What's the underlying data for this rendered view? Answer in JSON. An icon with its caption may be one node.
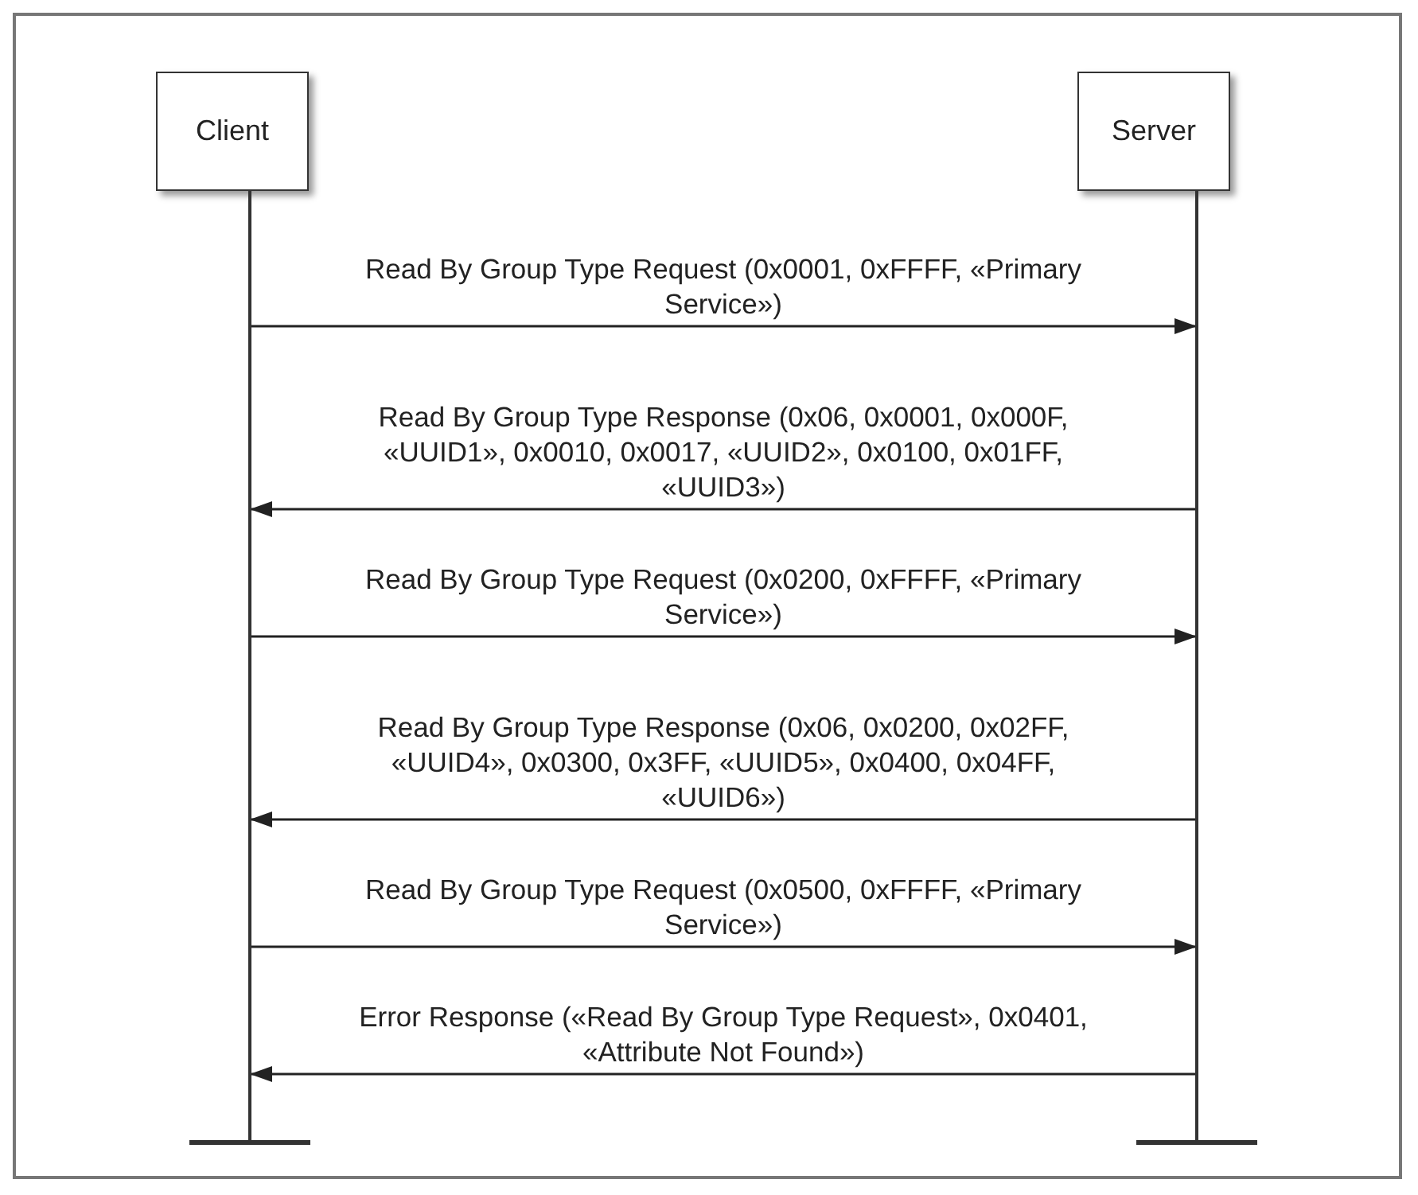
{
  "diagram": {
    "nodes": [
      {
        "text": [
          "Client"
        ]
      },
      {
        "text": [
          "Server"
        ]
      },
      {
        "text": [],
        "shape": "bar"
      },
      {
        "text": [],
        "shape": "bar"
      }
    ],
    "edges": [
      {
        "from": 2,
        "to": 3,
        "arrow": "to",
        "label": "Read By Group Type Request (0x0001, 0xFFFF, «Primary Service»)"
      },
      {
        "from": 3,
        "to": 2,
        "arrow": "to",
        "label": "Read By Group Type Response (0x06, 0x0001, 0x000F, «UUID1», 0x0010, 0x0017, «UUID2», 0x0100, 0x01FF, «UUID3»)"
      },
      {
        "from": 2,
        "to": 3,
        "arrow": "to",
        "label": "Read By Group Type Request (0x0200, 0xFFFF, «Primary Service»)"
      },
      {
        "from": 3,
        "to": 2,
        "arrow": "to",
        "label": "Read By Group Type Response (0x06, 0x0200, 0x02FF, «UUID4», 0x0300, 0x3FF, «UUID5», 0x0400, 0x04FF, «UUID6»)"
      },
      {
        "from": 2,
        "to": 3,
        "arrow": "to",
        "label": "Read By Group Type Request (0x0500, 0xFFFF, «Primary Service»)"
      },
      {
        "from": 3,
        "to": 2,
        "arrow": "to",
        "label": "Error Response («Read By Group Type Request», 0x0401, «Attribute Not Found»)"
      }
    ]
  }
}
